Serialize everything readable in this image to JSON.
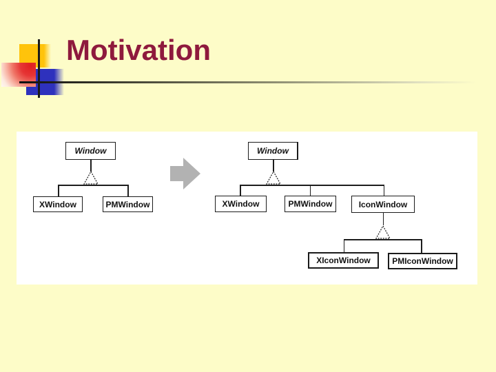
{
  "slide": {
    "title": "Motivation"
  },
  "theme": {
    "background": "#FDFCC8",
    "title_color": "#8E1A3D",
    "accent_yellow": "#FFC30B",
    "accent_blue": "#2E31BD",
    "accent_red": "#E01F1F",
    "crosshair_black": "#1A1A1A",
    "arrow_gray": "#B2B2B2",
    "panel_white": "#FFFFFF"
  },
  "diagram": {
    "before": {
      "root": "Window",
      "children": [
        "XWindow",
        "PMWindow"
      ]
    },
    "transition_icon": "right-block-arrow",
    "after": {
      "root": "Window",
      "children": [
        "XWindow",
        "PMWindow",
        "IconWindow"
      ],
      "subparent": "IconWindow",
      "subchildren": [
        "XIconWindow",
        "PMIconWindow"
      ]
    }
  }
}
